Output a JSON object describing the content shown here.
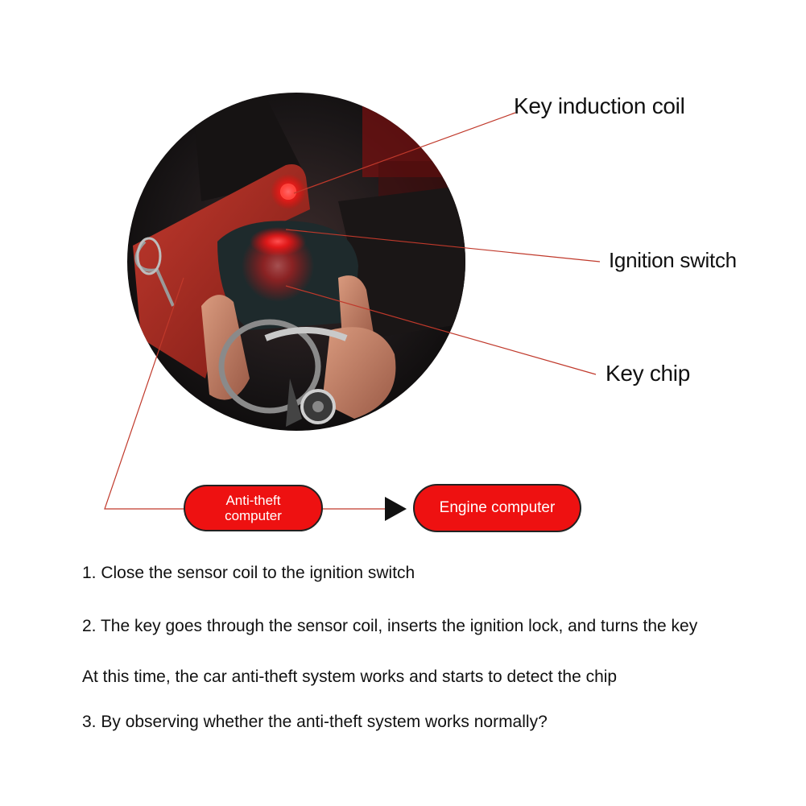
{
  "labels": {
    "coil": "Key induction coil",
    "ignition": "Ignition switch",
    "chip": "Key chip"
  },
  "boxes": {
    "antitheft": "Anti-theft computer",
    "engine": "Engine computer"
  },
  "steps": [
    "1. Close the sensor coil to the ignition switch",
    "2. The key goes through the sensor coil, inserts the ignition lock, and turns the key",
    "At this time, the car anti-theft system works and starts to detect the chip",
    "3. By observing whether the anti-theft system works normally?"
  ],
  "colors": {
    "pill_fill": "#ee1111",
    "leader_line": "#c0392b",
    "glow": "#ff2a2a"
  },
  "icons": {
    "photo": "key-inserted-in-ignition-photo",
    "arrow": "arrow-right-icon"
  }
}
